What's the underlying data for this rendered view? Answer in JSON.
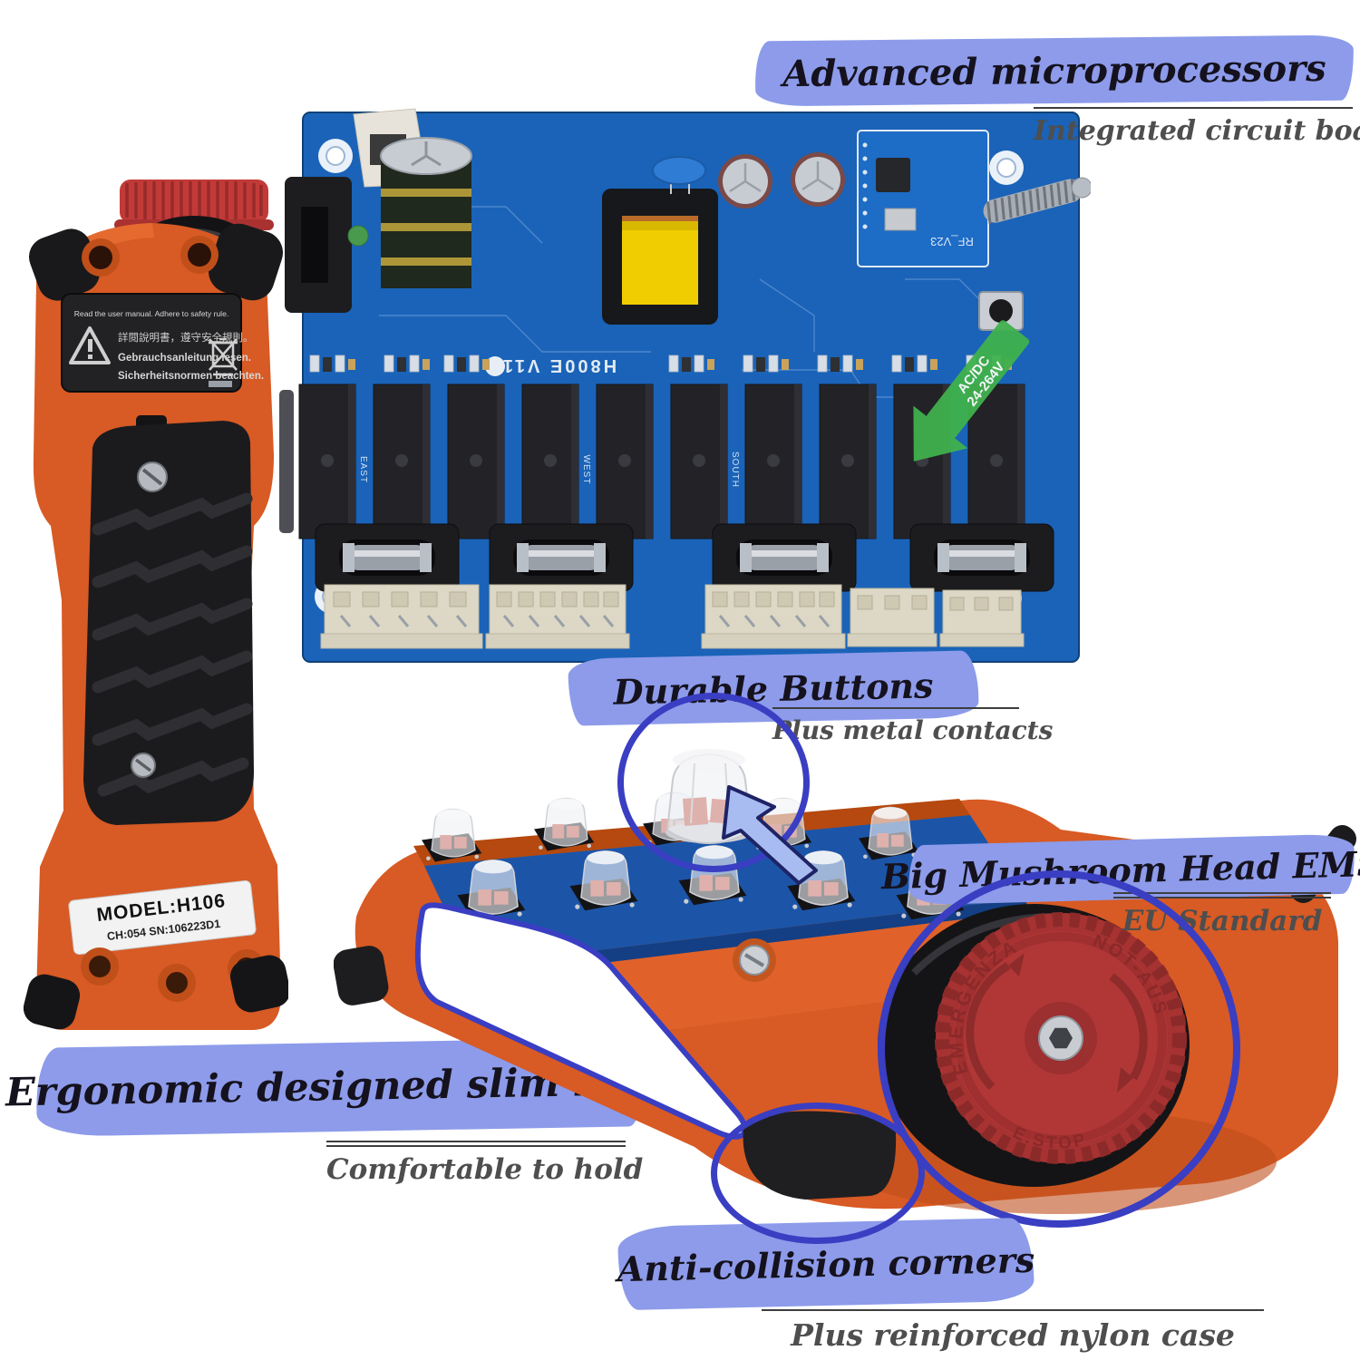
{
  "annotations": {
    "microprocessors": {
      "title": "Advanced microprocessors",
      "subtitle": "Integrated circuit boards"
    },
    "durable_buttons": {
      "title": "Durable Buttons",
      "subtitle": "Plus metal contacts"
    },
    "ems": {
      "title": "Big Mushroom Head EMS",
      "subtitle": "EU Standard"
    },
    "slim_body": {
      "title": "Ergonomic designed slim body",
      "subtitle": "Comfortable to hold"
    },
    "corners": {
      "title": "Anti-collision corners",
      "subtitle": "Plus reinforced nylon case"
    }
  },
  "transmitter_back": {
    "model_label": {
      "line1": "MODEL:H106",
      "line2": "CH:054 SN:106223D1"
    },
    "warning_label": {
      "en": "Read the user manual. Adhere to safety rule.",
      "zh": "詳閱說明書，遵守安全規則。",
      "de1": "Gebrauchsanleitung lesen.",
      "de2": "Sicherheitsnormen beachten."
    }
  },
  "receiver_board": {
    "silkscreen_model": "H800E V11",
    "rf_module": "RF_V23",
    "power_rating": {
      "line1": "AC/DC",
      "line2": "24-264V"
    },
    "relay_labels": [
      "EAST",
      "WEST",
      "SOUTH"
    ]
  },
  "ems_button_texts": {
    "left": "EMERGENZA",
    "right": "NOT-AUS",
    "bottom": "E.STOP"
  },
  "colors": {
    "highlight": "#8d9bea",
    "callout_blue": "#3a3ec2",
    "body_orange": "#d85a24",
    "pcb_blue": "#1a63b8",
    "ems_red": "#b13737",
    "power_label_green": "#3fb14d"
  }
}
